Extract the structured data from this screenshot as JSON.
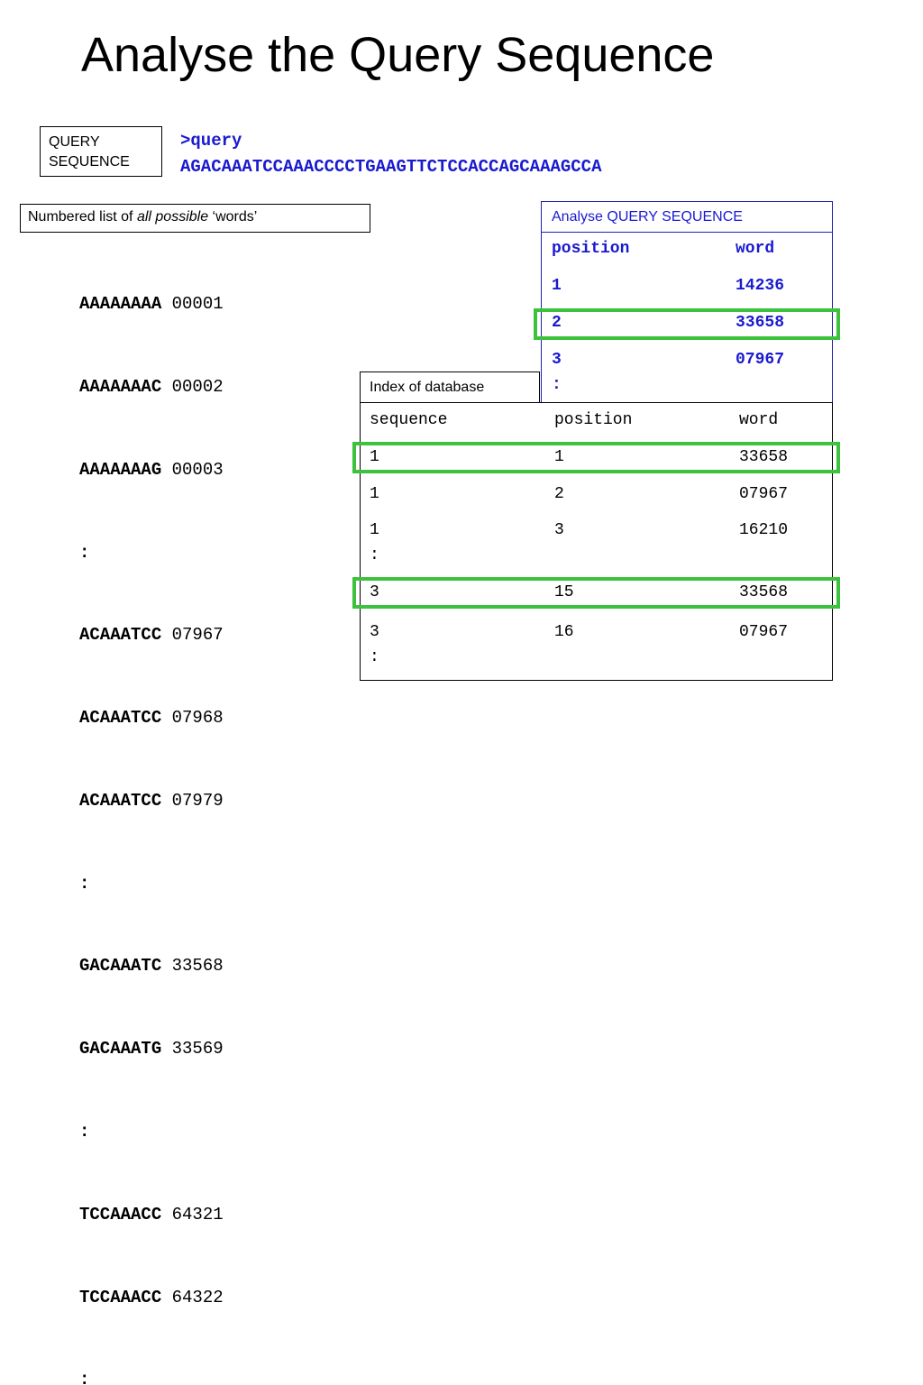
{
  "title": "Analyse the Query Sequence",
  "query_box": {
    "line1": "QUERY",
    "line2": "SEQUENCE"
  },
  "query": {
    "header": ">query",
    "sequence": "AGACAAATCCAAACCCCTGAAGTTCTCCACCAGCAAAGCCA"
  },
  "word_list_box": {
    "prefix": "Numbered list of ",
    "emph": "all possible",
    "suffix": " ‘words’"
  },
  "word_list": [
    {
      "word": "AAAAAAAA",
      "num": "00001"
    },
    {
      "word": "AAAAAAAC",
      "num": "00002"
    },
    {
      "word": "AAAAAAAG",
      "num": "00003"
    },
    {
      "word": ":",
      "num": ""
    },
    {
      "word": "ACAAATCC",
      "num": "07967"
    },
    {
      "word": "ACAAATCC",
      "num": "07968"
    },
    {
      "word": "ACAAATCC",
      "num": "07979"
    },
    {
      "word": ":",
      "num": ""
    },
    {
      "word": "GACAAATC",
      "num": "33568"
    },
    {
      "word": "GACAAATG",
      "num": "33569"
    },
    {
      "word": ":",
      "num": ""
    },
    {
      "word": "TCCAAACC",
      "num": "64321"
    },
    {
      "word": "TCCAAACC",
      "num": "64322"
    },
    {
      "word": ":",
      "num": ""
    }
  ],
  "analyse": {
    "header": "Analyse QUERY SEQUENCE",
    "columns": [
      "position",
      "word"
    ],
    "rows": [
      [
        "1",
        "14236"
      ],
      [
        "2",
        "33658"
      ],
      [
        "3",
        "07967"
      ]
    ],
    "ellipsis": ":"
  },
  "index": {
    "header": "Index of database",
    "columns": [
      "sequence",
      "position",
      "word"
    ],
    "rows": [
      [
        "1",
        "1",
        "33658"
      ],
      [
        "1",
        "2",
        "07967"
      ],
      [
        "1",
        "3",
        "16210"
      ],
      [
        "3",
        "15",
        "33568"
      ],
      [
        "3",
        "16",
        "07967"
      ]
    ],
    "ellipsis": ":"
  },
  "colors": {
    "highlight": "#3cc23c",
    "query_blue": "#1a1ad0"
  }
}
